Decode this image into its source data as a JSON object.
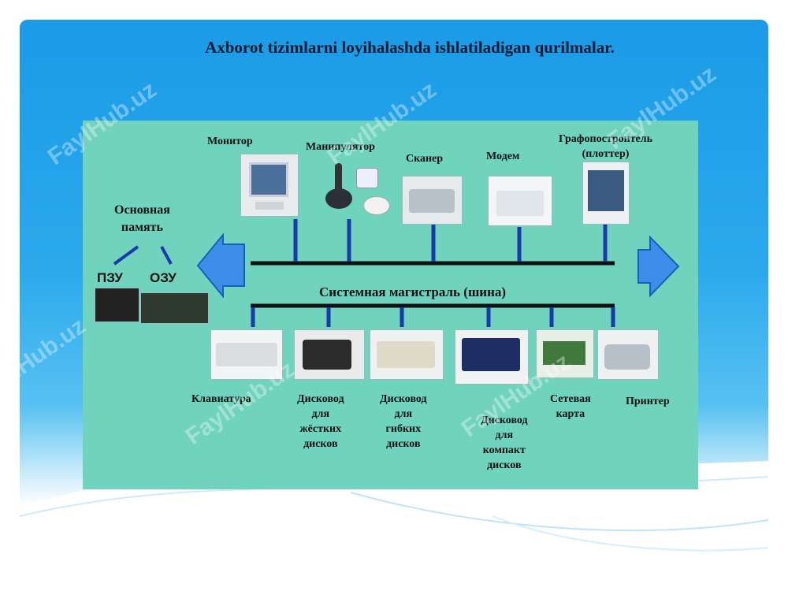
{
  "slide": {
    "title": "Axborot tizimlarni loyihalashda  ishlatiladigan  qurilmalar."
  },
  "diagram": {
    "top_devices": {
      "monitor": "Монитор",
      "manipulator": "Манипулятор",
      "scanner": "Сканер",
      "modem": "Модем",
      "plotter_line1": "Графопостроитель",
      "plotter_line2": "(плоттер)"
    },
    "memory": {
      "title_line1": "Основная",
      "title_line2": "память",
      "rom": "ПЗУ",
      "ram": "ОЗУ"
    },
    "bus_label": "Системная магистраль (шина)",
    "bottom_devices": {
      "keyboard": "Клавиатура",
      "hdd_line1": "Дисковод",
      "hdd_line2": "для",
      "hdd_line3": "жёстких",
      "hdd_line4": "дисков",
      "fdd_line1": "Дисковод",
      "fdd_line2": "для",
      "fdd_line3": "гибких",
      "fdd_line4": "дисков",
      "cd_line1": "Дисковод",
      "cd_line2": "для",
      "cd_line3": "компакт",
      "cd_line4": "дисков",
      "network_line1": "Сетевая",
      "network_line2": "карта",
      "printer": "Принтер"
    }
  },
  "watermark": "FaylHub.uz",
  "colors": {
    "diagram_bg": "#6fd3be",
    "bus_line": "#111111",
    "connector": "#1a3aa8",
    "arrow": "#3d8ee8"
  }
}
